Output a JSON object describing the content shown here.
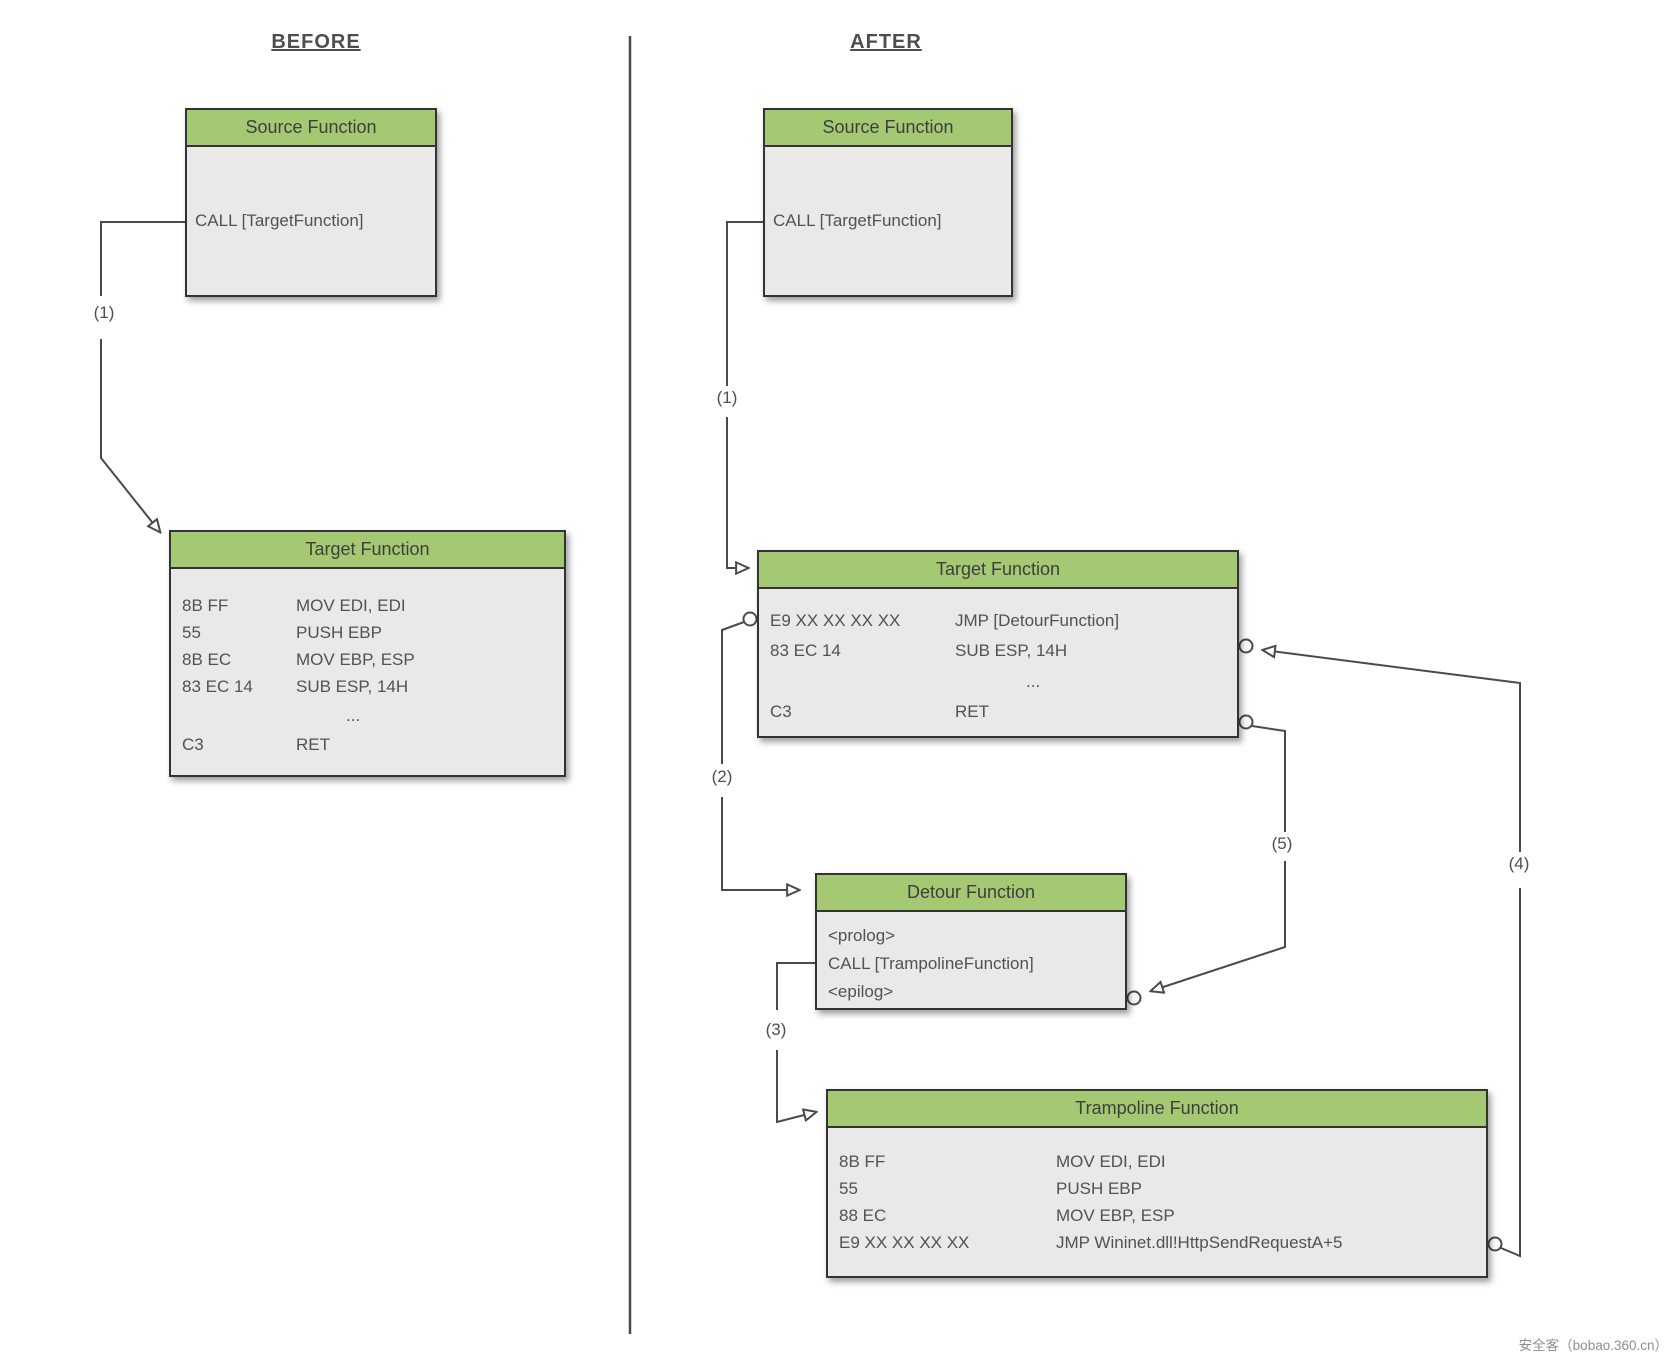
{
  "titles": {
    "before": "BEFORE",
    "after": "AFTER"
  },
  "watermark": "安全客（bobao.360.cn）",
  "colors": {
    "header_green": "#a5c973",
    "body_gray": "#e9e9e9",
    "line_gray": "#4a4a4a"
  },
  "step_labels": {
    "s1": "(1)",
    "s2": "(2)",
    "s3": "(3)",
    "s4": "(4)",
    "s5": "(5)"
  },
  "before": {
    "source": {
      "title": "Source Function",
      "call": "CALL [TargetFunction]"
    },
    "target": {
      "title": "Target Function",
      "rows": [
        {
          "bytes": "8B FF",
          "asm": "MOV EDI, EDI"
        },
        {
          "bytes": "55",
          "asm": "PUSH EBP"
        },
        {
          "bytes": "8B EC",
          "asm": "MOV EBP, ESP"
        },
        {
          "bytes": "83 EC 14",
          "asm": "SUB ESP, 14H"
        }
      ],
      "ellipsis": "...",
      "ret": {
        "bytes": "C3",
        "asm": "RET"
      }
    }
  },
  "after": {
    "source": {
      "title": "Source Function",
      "call": "CALL [TargetFunction]"
    },
    "target": {
      "title": "Target Function",
      "rows": [
        {
          "bytes": "E9 XX XX XX XX",
          "asm": "JMP [DetourFunction]"
        },
        {
          "bytes": "83 EC 14",
          "asm": "SUB ESP, 14H"
        }
      ],
      "ellipsis": "...",
      "ret": {
        "bytes": "C3",
        "asm": "RET"
      }
    },
    "detour": {
      "title": "Detour Function",
      "lines": [
        "<prolog>",
        "CALL [TrampolineFunction]",
        "<epilog>"
      ]
    },
    "trampoline": {
      "title": "Trampoline Function",
      "rows": [
        {
          "bytes": "8B FF",
          "asm": "MOV EDI, EDI"
        },
        {
          "bytes": "55",
          "asm": "PUSH EBP"
        },
        {
          "bytes": "88 EC",
          "asm": "MOV EBP, ESP"
        },
        {
          "bytes": "E9 XX XX XX XX",
          "asm": "JMP Wininet.dll!HttpSendRequestA+5"
        }
      ]
    }
  }
}
